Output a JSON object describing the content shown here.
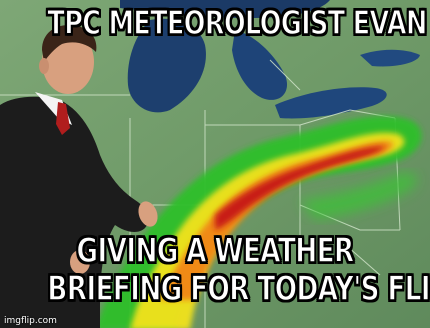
{
  "meme": {
    "top_text": "TPC METEOROLOGIST EVAN",
    "bottom_text_line1": "GIVING A WEATHER",
    "bottom_text_line2": "BRIEFING FOR TODAY'S FLIGHT",
    "watermark": "imgflip.com"
  },
  "colors": {
    "land": "#6f9a68",
    "water": "#1d3f6e",
    "radar_green": "#2fbf2a",
    "radar_yellow": "#f2e21a",
    "radar_orange": "#f08a15",
    "radar_red": "#c81e12",
    "suit": "#1c1c1c",
    "tie": "#b01d1d"
  },
  "icons": {
    "presenter": "man-in-suit",
    "map": "weather-radar-map"
  }
}
